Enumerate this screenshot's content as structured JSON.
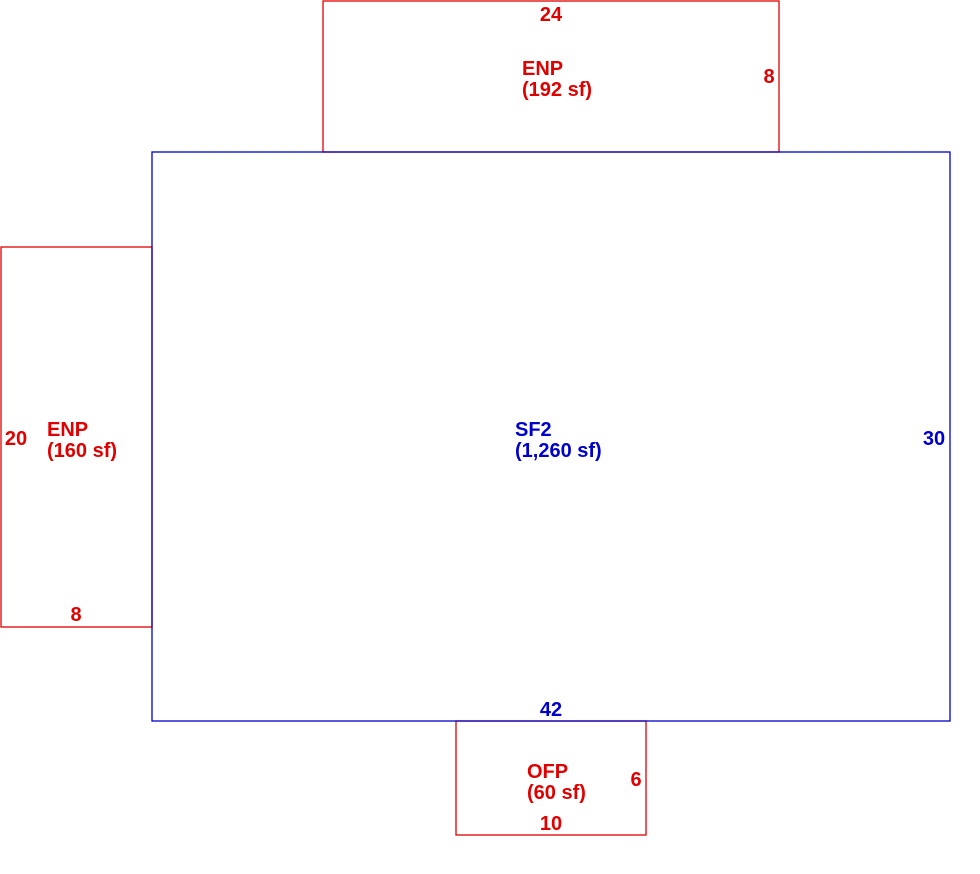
{
  "colors": {
    "main": "#0000cc",
    "addition": "#e00000",
    "background": "#ffffff"
  },
  "areas": {
    "main": {
      "code": "SF2",
      "area": "(1,260 sf)",
      "dim_width": "42",
      "dim_depth": "30"
    },
    "top_porch": {
      "code": "ENP",
      "area": "(192 sf)",
      "dim_width": "24",
      "dim_depth": "8"
    },
    "left_porch": {
      "code": "ENP",
      "area": "(160 sf)",
      "dim_length": "20",
      "dim_width": "8"
    },
    "bottom_porch": {
      "code": "OFP",
      "area": "(60 sf)",
      "dim_depth": "6",
      "dim_width": "10"
    }
  }
}
